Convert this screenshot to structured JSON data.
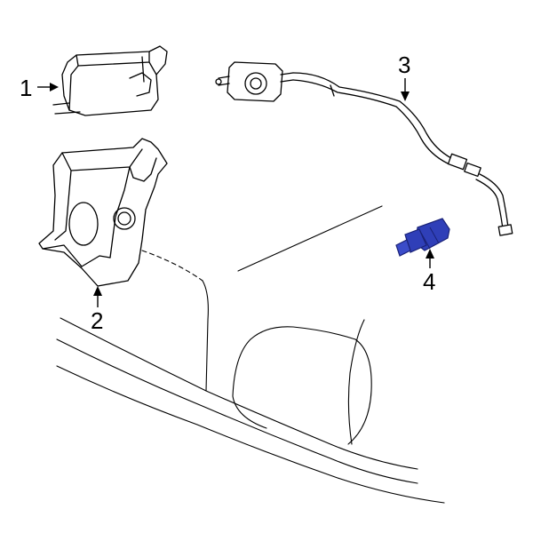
{
  "callouts": [
    {
      "id": "1",
      "label": "1"
    },
    {
      "id": "2",
      "label": "2"
    },
    {
      "id": "3",
      "label": "3"
    },
    {
      "id": "4",
      "label": "4"
    }
  ],
  "colors": {
    "line": "#000000",
    "background": "#ffffff",
    "highlight_fill": "#2f3fb8",
    "highlight_stroke": "#1a2277"
  },
  "highlighted_part": "4"
}
